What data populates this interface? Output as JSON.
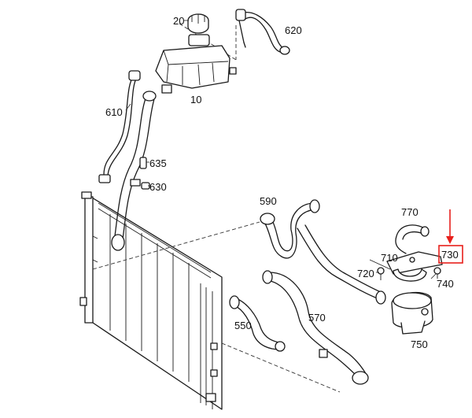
{
  "colors": {
    "highlight": "#e8201c",
    "line": "#1a1a1a"
  },
  "labels": {
    "p10": "10",
    "p20": "20",
    "p550": "550",
    "p570": "570",
    "p590": "590",
    "p610": "610",
    "p620": "620",
    "p630": "630",
    "p635": "635",
    "p710": "710",
    "p720": "720",
    "p730": "730",
    "p740": "740",
    "p750": "750",
    "p770": "770"
  }
}
